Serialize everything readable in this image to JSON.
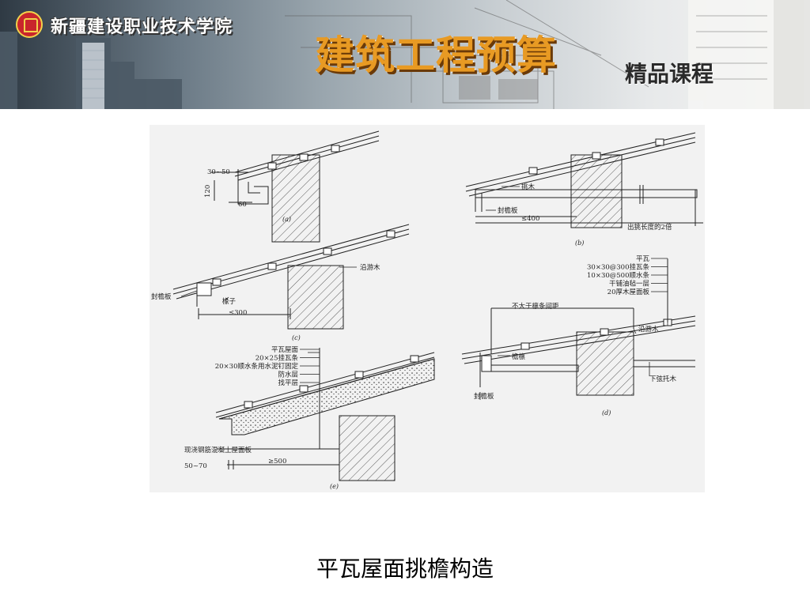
{
  "header": {
    "school_name": "新疆建设职业技术学院",
    "course_title": "建筑工程预算",
    "quality_tag": "精品课程"
  },
  "figure": {
    "a": {
      "dim_top": "30~50",
      "dim_side": "120",
      "dim_bottom": "60",
      "sub": "(a)"
    },
    "b": {
      "label_beam": "挑木",
      "label_board": "封檐板",
      "dim": "≤400",
      "note": "出挑长度的2倍",
      "sub": "(b)"
    },
    "c": {
      "label_purlin": "沿游木",
      "label_board": "封檐板",
      "label_rafter": "椽子",
      "dim": "≤300",
      "sub": "(c)"
    },
    "d": {
      "layers": [
        "平瓦",
        "30×30@300挂瓦条",
        "10×30@500顺水条",
        "干铺油毡一层",
        "20厚木屋面板"
      ],
      "span_note": "不大于檩条间距",
      "label_purlin": "沿游木",
      "label_eave": "檐檩",
      "label_board": "封檐板",
      "label_chord": "下弦托木",
      "sub": "(d)"
    },
    "e": {
      "layers": [
        "平瓦屋面",
        "20×25挂瓦条",
        "20×30顺水条用水泥钉固定",
        "防水层",
        "找平层"
      ],
      "label_slab": "现浇钢筋混凝土屋面板",
      "dim_left": "50~70",
      "dim_right": "≥500",
      "sub": "(e)"
    }
  },
  "caption": "平瓦屋面挑檐构造"
}
